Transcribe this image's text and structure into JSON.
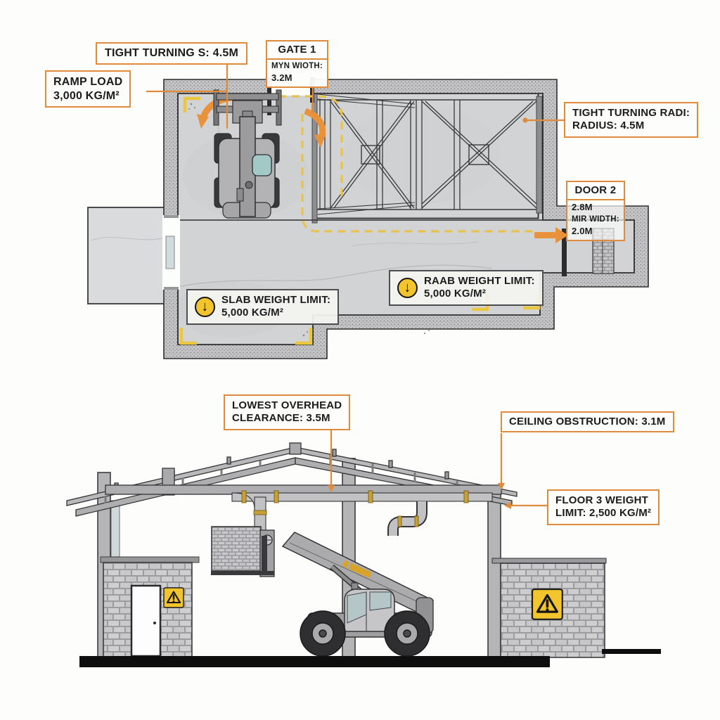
{
  "plan": {
    "tight_turning_label": "TIGHT TURNING S: 4.5M",
    "ramp_load": {
      "line1": "RAMP LOAD",
      "line2": "3,000 KG/M²"
    },
    "gate1": {
      "title": "GATE 1",
      "min_width_label": "MYN WIOTH:",
      "min_width_value": "3.2M"
    },
    "turning_radius": {
      "line1": "TIGHT TURNING RADI:",
      "line2": "RADIUS: 4.5M"
    },
    "door2": {
      "title": "DOOR 2",
      "height": "2.8M",
      "min_width_label": "MIR WIDTH:",
      "min_width_value": "2.0M"
    },
    "slab_limit": {
      "line1": "SLAB WEIGHT LIMIT:",
      "line2": "5,000 KG/M²"
    },
    "ramp_limit": {
      "line1": "RAAB WEIGHT LIMIT:",
      "line2": "5,000 KG/M²"
    }
  },
  "elevation": {
    "overhead": {
      "line1": "LOWEST OVERHEAD",
      "line2": "CLEARANCE: 3.5M"
    },
    "ceiling_label": "CEILING OBSTRUCTION: 3.1M",
    "floor3": {
      "line1": "FLOOR 3 WEIGHT",
      "line2": "LIMIT: 2,500 KG/M²"
    }
  },
  "icons": {
    "weight_limit_glyph": "↓",
    "weight_limit_icon": "down-arrow-circle",
    "warning_icon": "warning-triangle"
  },
  "colors": {
    "accent_orange": "#E8923C",
    "path_yellow": "#E7C34B",
    "warning_yellow": "#F2C52F",
    "label_border_gray": "#4D4D4F",
    "concrete": "#D2D3D5",
    "steel": "#A8A8AA"
  }
}
